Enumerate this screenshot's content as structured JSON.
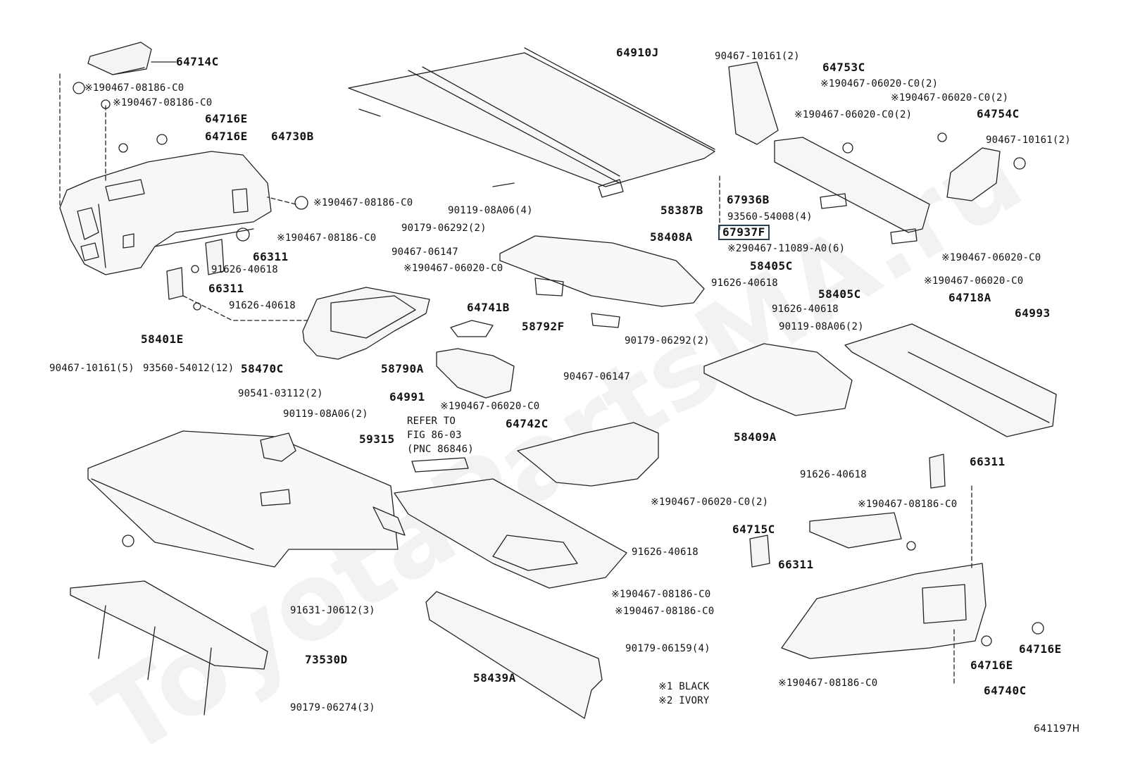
{
  "watermark": "ToyotaPartsMA.ru",
  "figure_id": "641197H",
  "legend": [
    "※1 BLACK",
    "※2 IVORY"
  ],
  "reference": [
    "REFER TO",
    "FIG 86-03",
    "(PNC 86846)"
  ],
  "highlight_label": "67937F",
  "part_labels": [
    "64714C",
    "※190467-08186-C0",
    "※190467-08186-C0",
    "64716E",
    "64716E",
    "64730B",
    "※190467-08186-C0",
    "※190467-08186-C0",
    "66311",
    "91626-40618",
    "66311",
    "91626-40618",
    "64910J",
    "90119-08A06(4)",
    "90179-06292(2)",
    "90467-06147",
    "※190467-06020-C0",
    "64741B",
    "58408A",
    "58792F",
    "58790A",
    "58401E",
    "90467-10161(5)",
    "93560-54012(12)",
    "58470C",
    "90541-03112(2)",
    "90119-08A06(2)",
    "64991",
    "59315",
    "※190467-06020-C0",
    "90467-06147",
    "64742C",
    "※190467-06020-C0(2)",
    "91626-40618",
    "66311",
    "※190467-08186-C0",
    "※190467-08186-C0",
    "91631-J0612(3)",
    "73530D",
    "90179-06274(3)",
    "90179-06159(4)",
    "58439A",
    "90467-10161(2)",
    "64753C",
    "※190467-06020-C0(2)",
    "※190467-06020-C0(2)",
    "※190467-06020-C0(2)",
    "64754C",
    "90467-10161(2)",
    "67936B",
    "58387B",
    "93560-54008(4)",
    "※290467-11089-A0(6)",
    "58405C",
    "91626-40618",
    "58405C",
    "91626-40618",
    "※190467-06020-C0",
    "※190467-06020-C0",
    "64718A",
    "64993",
    "90119-08A06(2)",
    "90179-06292(2)",
    "58409A",
    "91626-40618",
    "66311",
    "※190467-08186-C0",
    "64715C",
    "※190467-08186-C0",
    "64716E",
    "64716E",
    "64740C"
  ]
}
